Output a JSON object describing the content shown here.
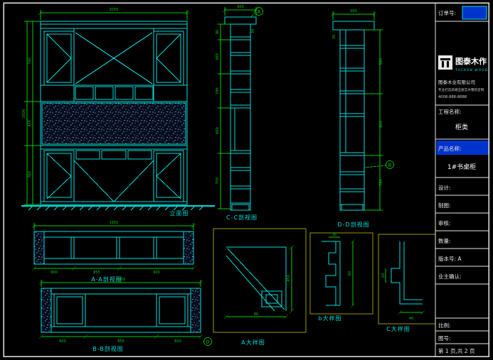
{
  "colors": {
    "line_cyan": "#00dcdc",
    "line_white": "#e6e6e6",
    "dim_green": "#00cc00",
    "detail_box_olive": "#9a9a00",
    "accent_blue": "#0033cc",
    "background": "#000000"
  },
  "views": {
    "elevation": {
      "label": "立面图"
    },
    "cc": {
      "label": "C-C剖视图"
    },
    "dd": {
      "label": "D-D剖视图"
    },
    "aa": {
      "label": "A-A剖视图"
    },
    "bb": {
      "label": "B-B剖视图"
    },
    "detail_a": {
      "label": "A大样图"
    },
    "detail_b": {
      "label": "b大样图"
    },
    "detail_c": {
      "label": "C大样图"
    }
  },
  "markers": {
    "a": "A",
    "b": "B",
    "d": "D"
  },
  "dims": {
    "elev_width": "2055",
    "elev_h1": "740",
    "elev_h2": "420",
    "elev_h3": "760",
    "elev_total": "1920",
    "cc_top": "500",
    "cc_1": "90",
    "cc_2": "560",
    "cc_3": "196",
    "cc_4": "600",
    "cc_5": "750",
    "cc_r1": "30",
    "dd_top": "500",
    "dd_1": "560",
    "dd_2": "600",
    "dd_3": "760",
    "dd_l1": "30",
    "aa_top": "1955",
    "aa_1": "600",
    "aa_2": "855",
    "aa_3": "600",
    "bb_top": "2055",
    "bb_1": "600",
    "bb_2": "855",
    "bb_3": "600",
    "da_1": "450",
    "da_2": "80",
    "db_1": "60",
    "db_2": "35",
    "dc_1": "40",
    "dc_2": "20"
  },
  "titleblock": {
    "order_label": "订单号:",
    "logo_cn": "图泰木作",
    "logo_en": "TUCKON WOOD",
    "company": "图泰木业有限公司",
    "company_sub": "专业打造高端全屋实木整装定制",
    "company_tel": "4008-888-8888",
    "project_label": "工程名称:",
    "project_value": "柜类",
    "product_label": "产品名称:",
    "product_value": "1#书桌柜",
    "design": "设计:",
    "draft": "制图:",
    "audit": "审核:",
    "qty": "数量:",
    "version": "版本号: A",
    "owner": "业主确认:",
    "scale": "比例:",
    "fig_no": "图号:",
    "page": "第 1 页,共 2 页"
  }
}
